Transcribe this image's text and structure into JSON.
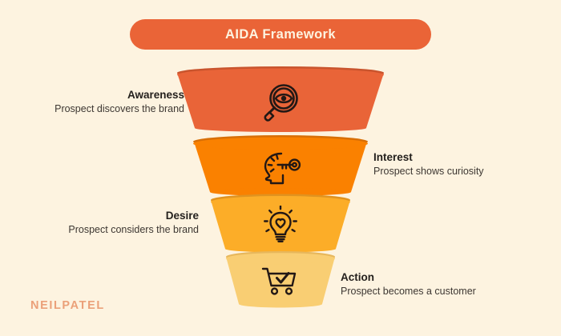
{
  "page": {
    "background_color": "#fdf3e0"
  },
  "header": {
    "title": "AIDA Framework",
    "pill_color": "#ea6437",
    "title_color": "#fdf3e0"
  },
  "funnel": {
    "stages": [
      {
        "id": "awareness",
        "label": "Awareness",
        "description": "Prospect discovers the brand",
        "side": "left",
        "fill_color": "#e96438",
        "rim_color": "#c9542d",
        "icon": "magnifying-glass-eye-icon"
      },
      {
        "id": "interest",
        "label": "Interest",
        "description": "Prospect shows curiosity",
        "side": "right",
        "fill_color": "#fa8100",
        "rim_color": "#d86f06",
        "icon": "head-with-key-icon"
      },
      {
        "id": "desire",
        "label": "Desire",
        "description": "Prospect considers the brand",
        "side": "left",
        "fill_color": "#fcad28",
        "rim_color": "#e09320",
        "icon": "lightbulb-heart-icon"
      },
      {
        "id": "action",
        "label": "Action",
        "description": "Prospect becomes a customer",
        "side": "right",
        "fill_color": "#f9ce73",
        "rim_color": "#e7b75c",
        "icon": "shopping-cart-check-icon"
      }
    ]
  },
  "footer": {
    "logo_text": "NEILPATEL",
    "logo_color": "#eba079"
  }
}
